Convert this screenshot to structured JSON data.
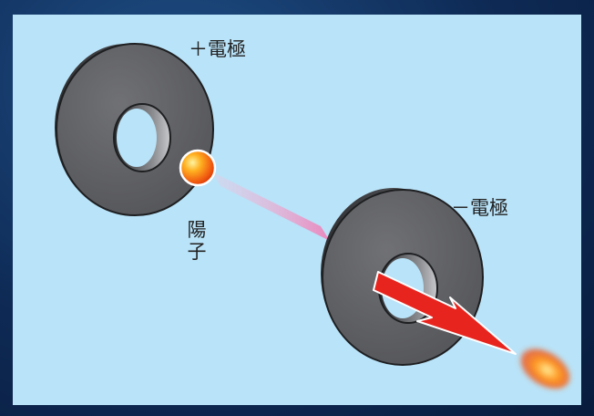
{
  "labels": {
    "positive_electrode": "＋電極",
    "negative_electrode": "－電極",
    "proton": "陽子"
  },
  "colors": {
    "background_panel": "#b9e3f8",
    "outer_frame": "#0e2a55",
    "electrode": "#5d5e61",
    "beam": "#f08cc0",
    "arrow": "#e8241e",
    "proton": "#ff7a12"
  }
}
